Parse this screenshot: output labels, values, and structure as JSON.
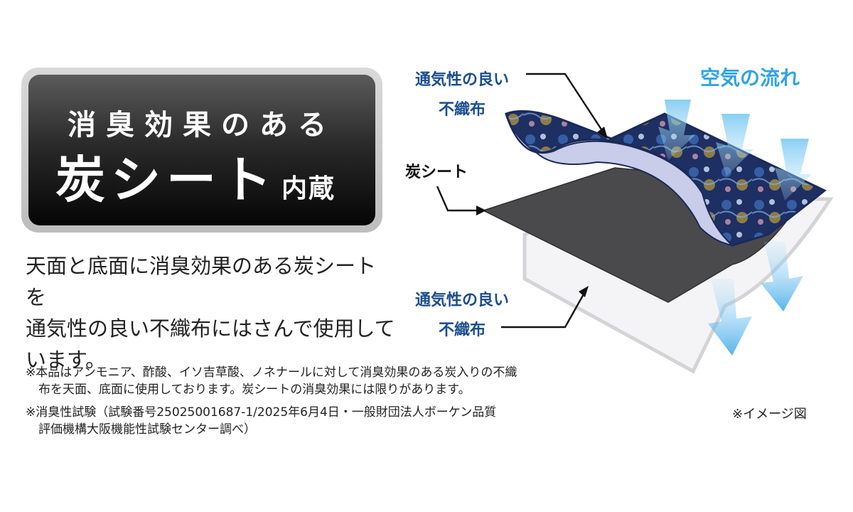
{
  "badge": {
    "line1": "消臭効果のある",
    "line2_main": "炭シート",
    "line2_suffix": "内蔵"
  },
  "description": {
    "line1": "天面と底面に消臭効果のある炭シートを",
    "line2": "通気性の良い不織布にはさんで使用して",
    "line3": "います。"
  },
  "notes": {
    "note1_line1": "※本品はアンモニア、酢酸、イソ吉草酸、ノネナールに対して消臭効果のある炭入りの不織",
    "note1_line2": "布を天面、底面に使用しております。炭シートの消臭効果には限りがあります。",
    "note2_line1": "※消臭性試験（試験番号25025001687-1/2025年6月4日・一般財団法人ボーケン品質",
    "note2_line2": "評価機構大阪機能性試験センター調べ）"
  },
  "diagram": {
    "top_layer_line1": "通気性の良い",
    "top_layer_line2": "不織布",
    "middle_layer": "炭シート",
    "bottom_layer_line1": "通気性の良い",
    "bottom_layer_line2": "不織布",
    "air_flow": "空気の流れ",
    "image_note": "※イメージ図"
  },
  "colors": {
    "label_blue": "#1b4d8f",
    "air_blue": "#2ea3e6",
    "fabric_navy": "#1e2f63"
  }
}
